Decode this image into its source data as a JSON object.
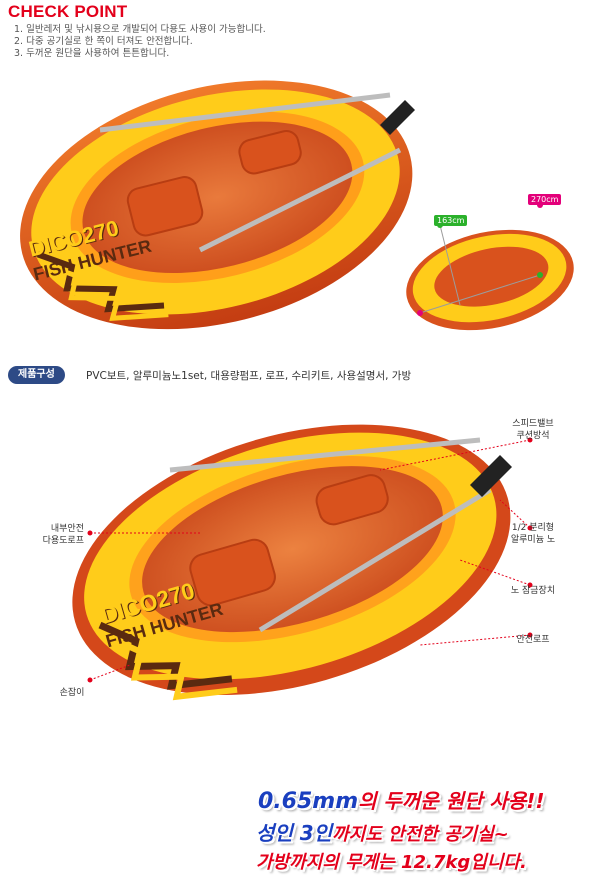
{
  "header": {
    "title": "CHECK POINT",
    "points": [
      "1. 일반레저 및 낚시용으로 개발되어 다용도 사용이 가능합니다.",
      "2. 다중 공기실로 한 쪽이 터져도 안전합니다.",
      "3. 두꺼운 원단을 사용하여 튼튼합니다."
    ]
  },
  "boat": {
    "brand": "DICO270",
    "model": "FISH HUNTER"
  },
  "dimensions": {
    "width": "163cm",
    "length": "270cm"
  },
  "components": {
    "badge": "제품구성",
    "text": "PVC보트, 알루미늄노1set, 대용량펌프, 로프, 수리키트, 사용설명서, 가방"
  },
  "callouts": {
    "left": [
      {
        "label": "내부안전\n다용도로프"
      },
      {
        "label": "손잡이"
      }
    ],
    "right": [
      {
        "label": "스피드밸브\n쿠션방석"
      },
      {
        "label": "1/2 분리형\n알루미늄 노"
      },
      {
        "label": "노 잠금장치"
      },
      {
        "label": "안전로프"
      }
    ]
  },
  "footer": {
    "line1_num": "0.65mm",
    "line1_rest": "의 두꺼운 원단 사용!!",
    "line2_a": "성인 3인",
    "line2_b": "까지도 안전한 공기실~",
    "line3": "가방까지의 무게는 12.7kg입니다."
  },
  "colors": {
    "red": "#e3001b",
    "orange": "#e8601c",
    "yellow": "#ffcc1a",
    "blue": "#1a3fbf",
    "badge": "#2d4a86"
  }
}
